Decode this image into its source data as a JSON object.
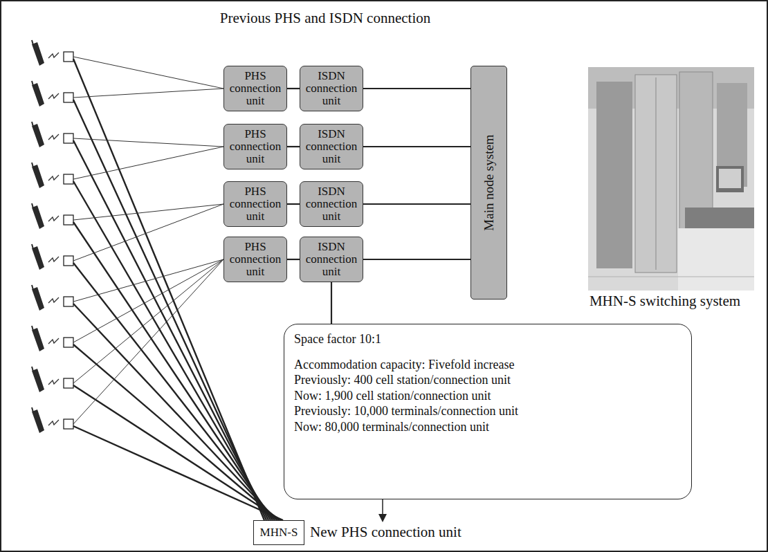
{
  "diagram": {
    "nodes": [
      {
        "text": [
          "PHS connection unit"
        ]
      },
      {
        "text": [
          "ISDN connection unit"
        ]
      },
      {
        "text": [
          "PHS connection unit"
        ]
      },
      {
        "text": [
          "ISDN connection unit"
        ]
      },
      {
        "text": [
          "PHS connection unit"
        ]
      },
      {
        "text": [
          "ISDN connection unit"
        ]
      },
      {
        "text": [
          "PHS connection unit"
        ]
      },
      {
        "text": [
          "ISDN connection unit"
        ]
      },
      {
        "text": [
          "Main node system"
        ]
      },
      {
        "text": [
          "Space factor 10:1",
          "Accommodation capacity: Fivefold increase",
          "Previously: 400 cell station/connection unit",
          "Now: 1,900 cell station/connection unit",
          "Previously: 10,000 terminals/connection unit",
          "Now: 80,000 terminals/connection unit"
        ]
      },
      {
        "text": [
          "MHN-S"
        ]
      }
    ],
    "edges": [
      {
        "from": 0,
        "to": 1,
        "arrow": "none"
      },
      {
        "from": 2,
        "to": 3,
        "arrow": "none"
      },
      {
        "from": 4,
        "to": 5,
        "arrow": "none"
      },
      {
        "from": 6,
        "to": 7,
        "arrow": "none"
      },
      {
        "from": 1,
        "to": 8,
        "arrow": "none"
      },
      {
        "from": 3,
        "to": 8,
        "arrow": "none"
      },
      {
        "from": 5,
        "to": 8,
        "arrow": "none"
      },
      {
        "from": 7,
        "to": 8,
        "arrow": "none"
      },
      {
        "from": 7,
        "to": 9,
        "arrow": "none"
      }
    ],
    "labels": [
      "Previous PHS and ISDN connection",
      "MHN-S switching system",
      "New PHS connection unit"
    ]
  }
}
